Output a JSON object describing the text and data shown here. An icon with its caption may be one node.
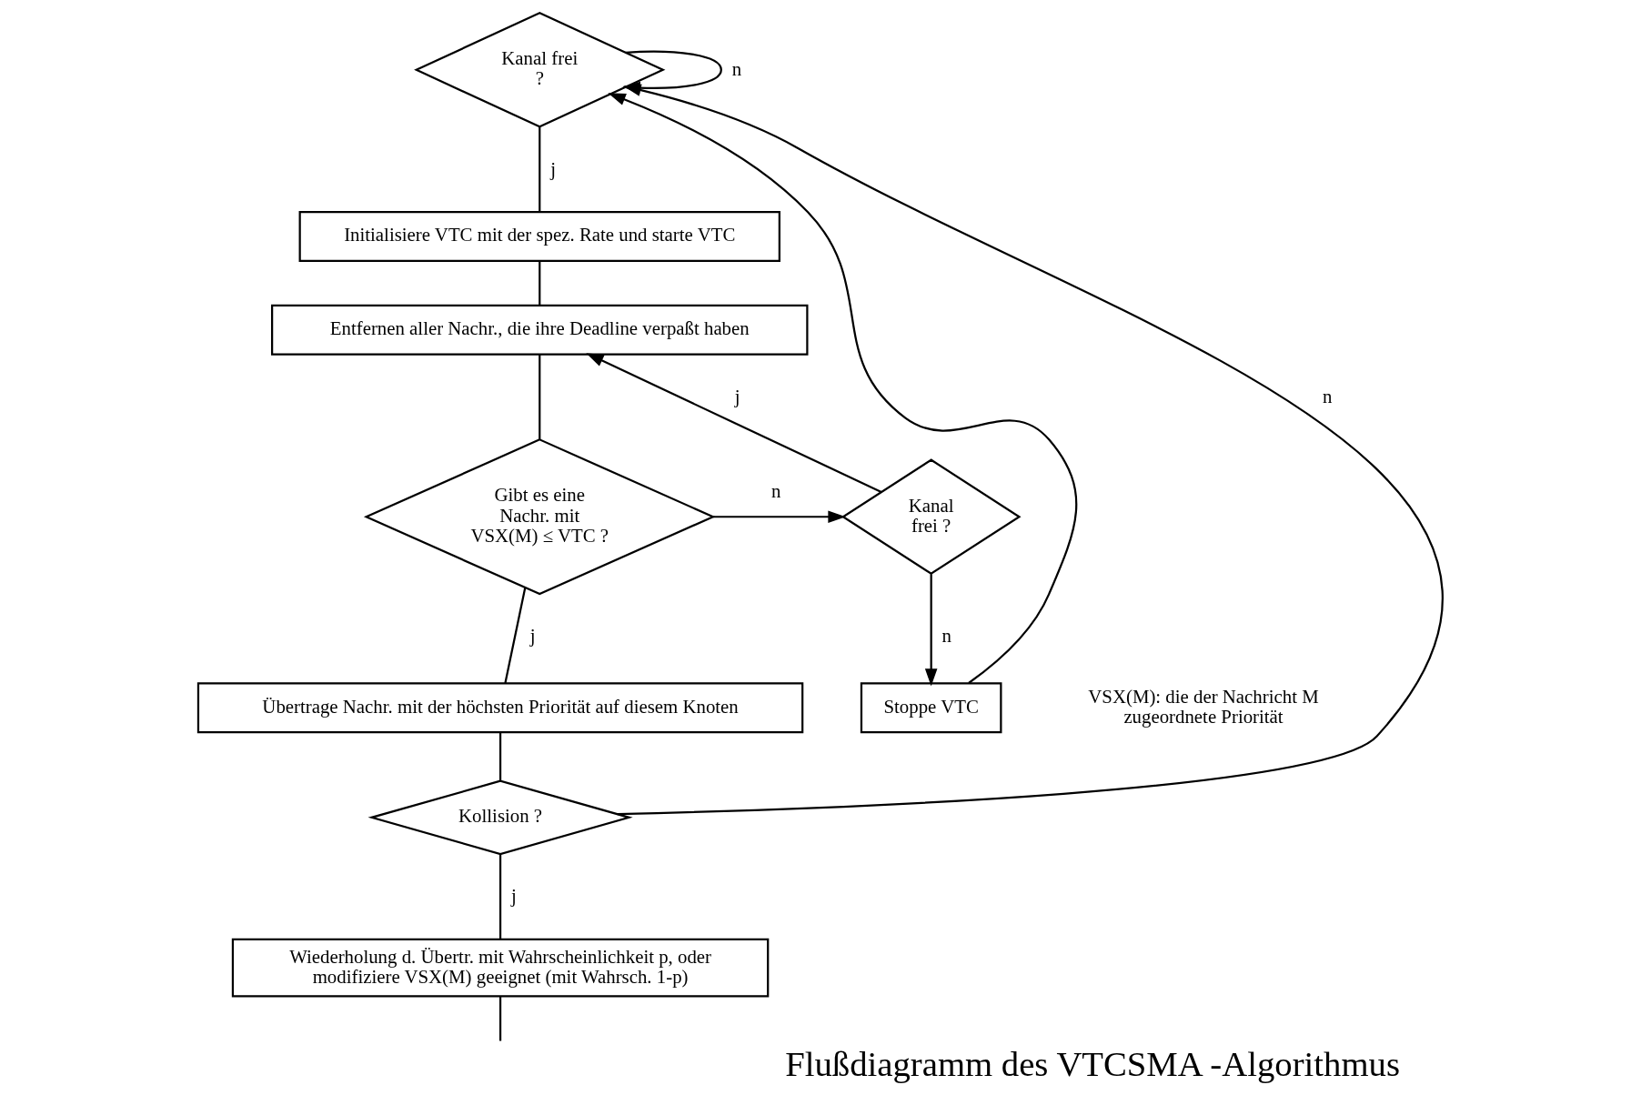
{
  "diagram": {
    "title": "Flußdiagramm des VTCSMA -Algorithmus",
    "nodes": [
      {
        "text": [
          "Kanal frei ?"
        ]
      },
      {
        "text": [
          "Initialisiere VTC mit der spez. Rate und starte VTC"
        ]
      },
      {
        "text": [
          "Entfernen aller Nachr., die ihre Deadline verpaßt haben"
        ]
      },
      {
        "text": [
          "Gibt es eine Nachr. mit VSX(M) ≤ VTC ?"
        ]
      },
      {
        "text": [
          "Kanal frei ?"
        ]
      },
      {
        "text": [
          "Stoppe VTC"
        ]
      },
      {
        "text": [
          "Übertrage Nachr. mit der höchsten Priorität auf diesem Knoten"
        ]
      },
      {
        "text": [
          "Kollision ?"
        ]
      },
      {
        "text": [
          "Wiederholung d. Übertr. mit Wahrscheinlichkeit p, oder modifiziere VSX(M) geeignet (mit Wahrsch. 1-p)"
        ]
      }
    ],
    "edges": [
      {
        "from": 0,
        "to": 1,
        "arrow": "none",
        "label": "j"
      },
      {
        "from": 0,
        "to": 0,
        "arrow": "to",
        "label": "n"
      },
      {
        "from": 1,
        "to": 2,
        "arrow": "none"
      },
      {
        "from": 2,
        "to": 3,
        "arrow": "none"
      },
      {
        "from": 3,
        "to": 4,
        "arrow": "to",
        "label": "n"
      },
      {
        "from": 4,
        "to": 2,
        "arrow": "to",
        "label": "j"
      },
      {
        "from": 4,
        "to": 5,
        "arrow": "to",
        "label": "n"
      },
      {
        "from": 5,
        "to": 0,
        "arrow": "to"
      },
      {
        "from": 3,
        "to": 6,
        "arrow": "none",
        "label": "j"
      },
      {
        "from": 6,
        "to": 7,
        "arrow": "none"
      },
      {
        "from": 7,
        "to": 0,
        "arrow": "to",
        "label": "n"
      },
      {
        "from": 7,
        "to": 8,
        "arrow": "none",
        "label": "j"
      },
      {
        "from": 8,
        "to": null,
        "arrow": "none"
      }
    ],
    "labels": [
      "VSX(M): die der Nachricht M zugeordnete Priorität"
    ]
  }
}
